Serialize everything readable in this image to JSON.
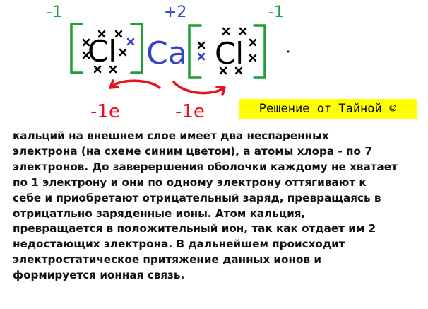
{
  "diagram": {
    "left_ion_charge": "-1",
    "center_charge": "+2",
    "right_ion_charge": "-1",
    "left_symbol": "Cl",
    "center_symbol": "Ca",
    "right_symbol": "Cl",
    "left_transfer_label": "-1e",
    "right_transfer_label": "-1e",
    "colors": {
      "bracket": "#1e9e3a",
      "electrons": "#000000",
      "calcium": "#3344cc",
      "transfer": "#e8141c",
      "caption_bg": "#ffff00"
    }
  },
  "caption": "Решение от Тайной ☺",
  "text_lines": [
    "кальций на внешнем слое имеет два неспаренных",
    "электрона (на схеме синим цветом), а атомы хлора - по 7",
    "электронов. До заверершения оболочки каждому не хватает",
    "по 1 электрону и они по одному электрону оттягивают к",
    "себе и приобретают отрицательный заряд, превращаясь в",
    "отрицатльно заряденные ионы. Атом кальция,",
    "превращается в положительный ион, так как отдает им 2",
    "недостающих электрона. В дальнейшем происходит",
    "электростатическое притяжение данных ионов и",
    "формируется ионная связь."
  ]
}
